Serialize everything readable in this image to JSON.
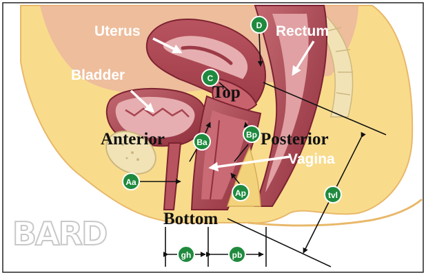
{
  "labels": {
    "organs": {
      "uterus": "Uterus",
      "rectum": "Rectum",
      "bladder": "Bladder",
      "vagina": "Vagina"
    },
    "regions": {
      "top": "Top",
      "anterior": "Anterior",
      "posterior": "Posterior",
      "bottom": "Bottom"
    },
    "markers": {
      "d": "D",
      "c": "C",
      "ba": "Ba",
      "bp": "Bp",
      "aa": "Aa",
      "ap": "Ap",
      "tvl": "tvl",
      "gh": "gh",
      "pb": "pb"
    }
  },
  "logo": "BARD",
  "colors": {
    "skin": "#f8dc8c",
    "skin_edge": "#e8b86a",
    "organ_dark": "#8f2e3c",
    "organ_mid": "#b8545f",
    "organ_light": "#d8868c",
    "marker": "#1f8a3e"
  }
}
